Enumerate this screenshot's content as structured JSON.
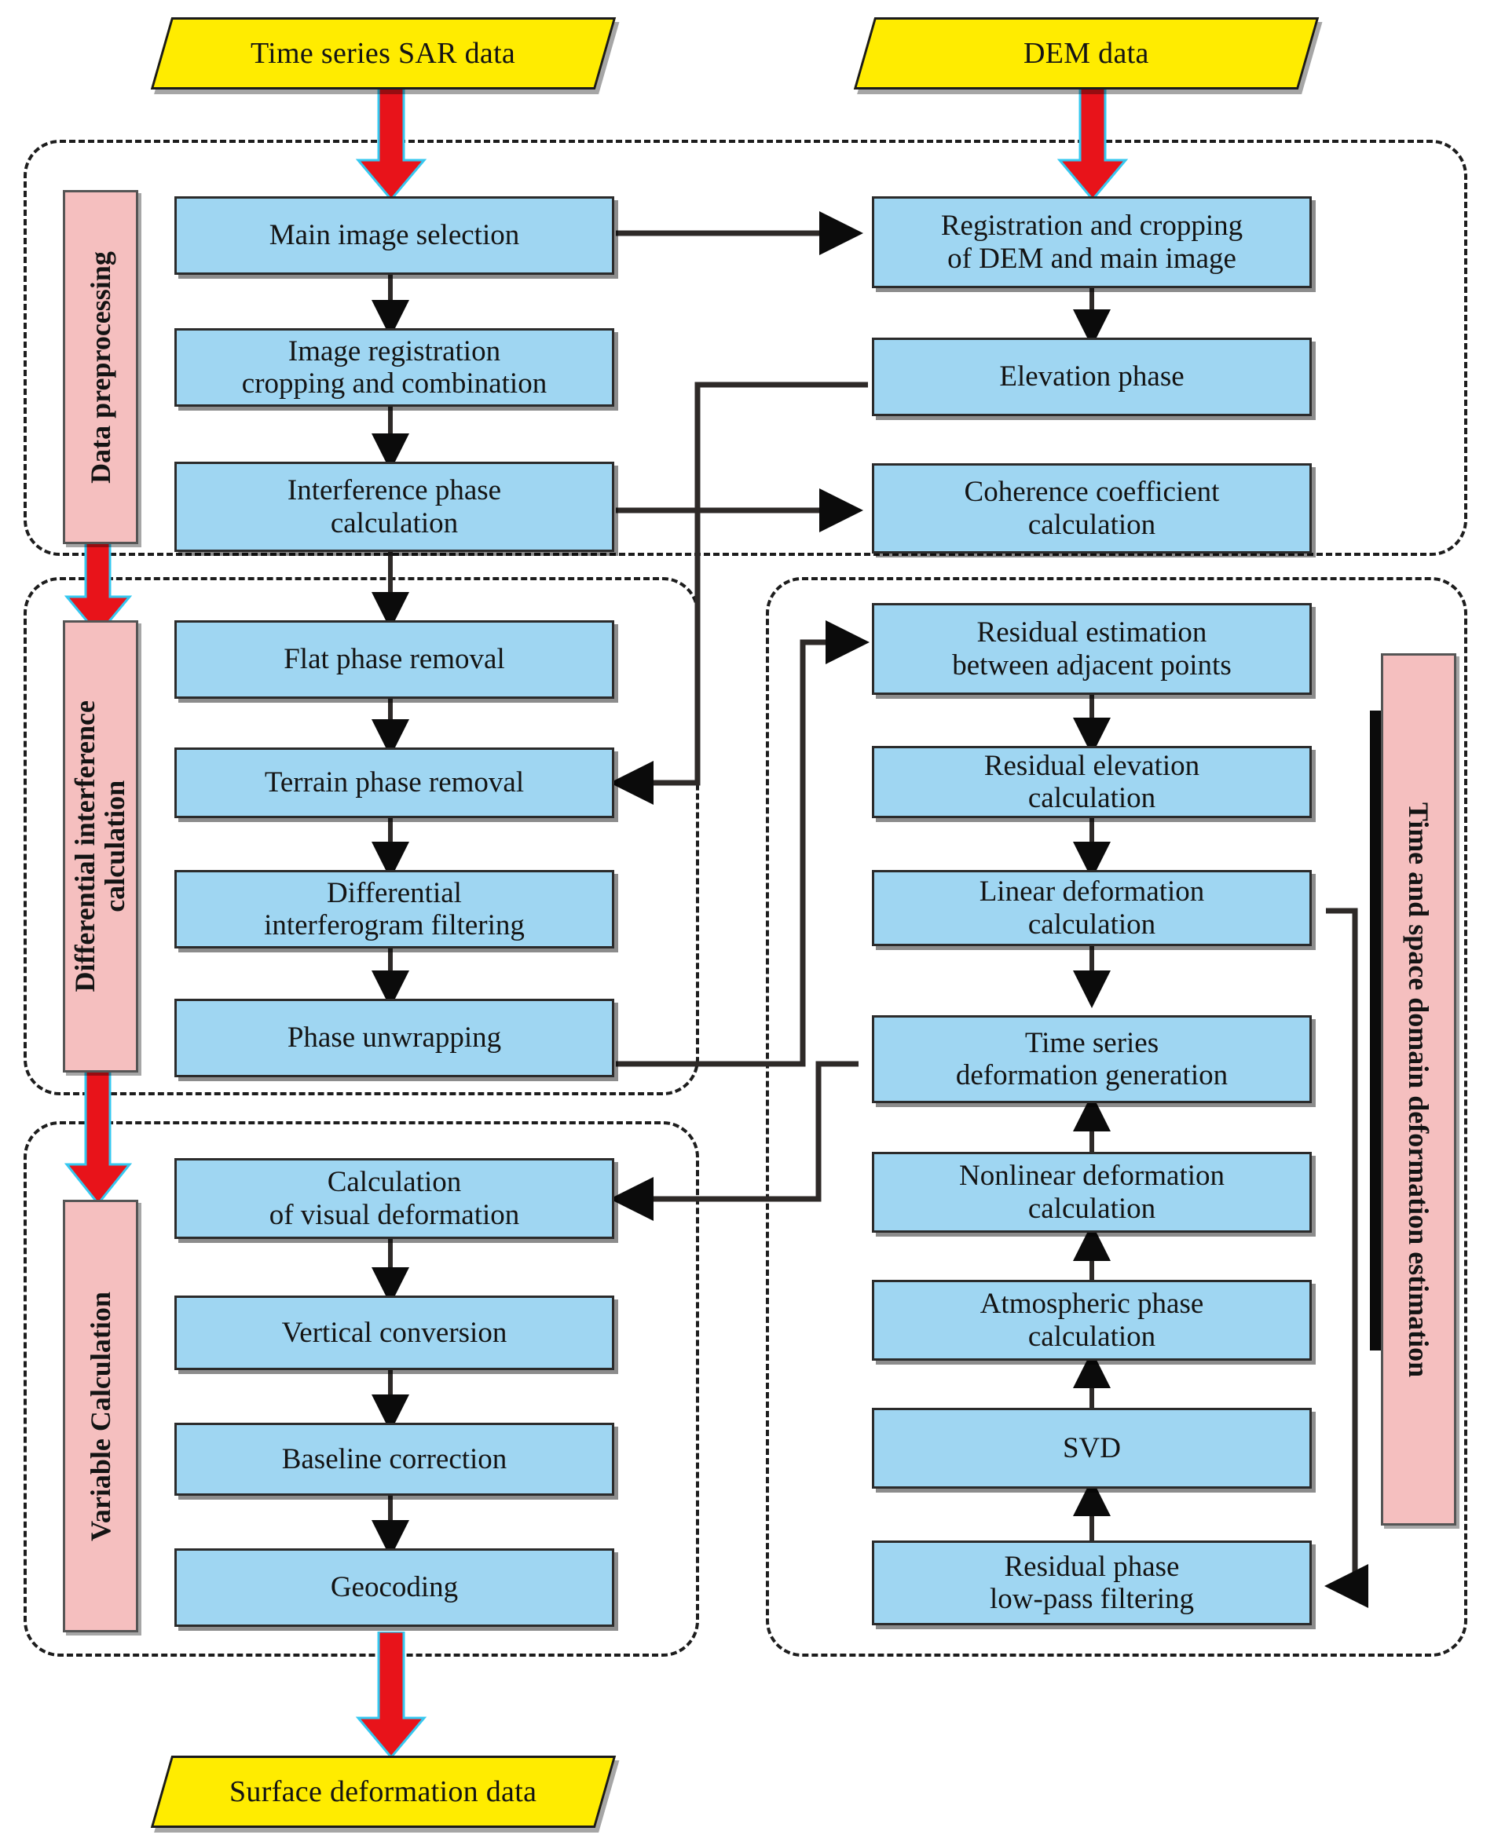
{
  "title": "InSAR time series processing flowchart",
  "colors": {
    "input_fill": "#ffec00",
    "process_fill": "#9fd6f2",
    "stage_fill": "#f5bfbf",
    "arrow_red": "#e8131a",
    "arrow_black": "#2e2a28",
    "border": "#1d1d1d"
  },
  "inputs": [
    {
      "id": "sar",
      "label": "Time series SAR data"
    },
    {
      "id": "dem",
      "label": "DEM data"
    }
  ],
  "output": {
    "id": "out",
    "label": "Surface deformation data"
  },
  "stages": [
    {
      "id": "stage-preprocessing",
      "label": "Data preprocessing",
      "orientation": "rotate-up"
    },
    {
      "id": "stage-diffinterf",
      "label": "Differential interference\ncalculation",
      "orientation": "rotate-up"
    },
    {
      "id": "stage-variable",
      "label": "Variable Calculation",
      "orientation": "rotate-up"
    },
    {
      "id": "stage-timespace",
      "label": "Time and space domain deformation estimation",
      "orientation": "rotate-down"
    }
  ],
  "groups": [
    {
      "id": "group-preprocessing",
      "name": "data-preprocessing-group"
    },
    {
      "id": "group-diff-left",
      "name": "differential-interference-group"
    },
    {
      "id": "group-variable",
      "name": "variable-calculation-group"
    },
    {
      "id": "group-timespace",
      "name": "time-space-deformation-group"
    }
  ],
  "processes": {
    "main_image_selection": "Main image selection",
    "image_registration": "Image registration\ncropping and combination",
    "interference_phase": "Interference phase\ncalculation",
    "registration_dem": "Registration and cropping\nof DEM and main image",
    "elevation_phase": "Elevation phase",
    "coherence_coefficient": "Coherence coefficient\ncalculation",
    "flat_phase_removal": "Flat phase removal",
    "terrain_phase_removal": "Terrain phase removal",
    "diff_interferogram_filtering": "Differential\ninterferogram filtering",
    "phase_unwrapping": "Phase unwrapping",
    "residual_estimation": "Residual estimation\nbetween adjacent points",
    "residual_elevation": "Residual elevation\ncalculation",
    "linear_deformation": "Linear deformation\ncalculation",
    "time_series_deformation": "Time series\ndeformation generation",
    "nonlinear_deformation": "Nonlinear deformation\ncalculation",
    "atmospheric_phase": "Atmospheric phase\ncalculation",
    "svd": "SVD",
    "residual_lowpass": "Residual phase\nlow-pass filtering",
    "calculation_visual": "Calculation\nof  visual deformation",
    "vertical_conversion": "Vertical conversion",
    "baseline_correction": "Baseline correction",
    "geocoding": "Geocoding"
  },
  "chart_data": {
    "type": "flowchart",
    "nodes": [
      {
        "id": "sar",
        "type": "input",
        "label": "Time series SAR data"
      },
      {
        "id": "dem",
        "type": "input",
        "label": "DEM data"
      },
      {
        "id": "main_image_selection",
        "type": "process",
        "label": "Main image selection",
        "group": "Data preprocessing"
      },
      {
        "id": "image_registration",
        "type": "process",
        "label": "Image registration cropping and combination",
        "group": "Data preprocessing"
      },
      {
        "id": "interference_phase",
        "type": "process",
        "label": "Interference phase calculation",
        "group": "Data preprocessing"
      },
      {
        "id": "registration_dem",
        "type": "process",
        "label": "Registration and cropping of DEM and main image",
        "group": "Data preprocessing"
      },
      {
        "id": "elevation_phase",
        "type": "process",
        "label": "Elevation phase",
        "group": "Data preprocessing"
      },
      {
        "id": "coherence_coefficient",
        "type": "process",
        "label": "Coherence coefficient calculation",
        "group": "Data preprocessing"
      },
      {
        "id": "flat_phase_removal",
        "type": "process",
        "label": "Flat phase removal",
        "group": "Differential interference calculation"
      },
      {
        "id": "terrain_phase_removal",
        "type": "process",
        "label": "Terrain phase removal",
        "group": "Differential interference calculation"
      },
      {
        "id": "diff_interferogram_filtering",
        "type": "process",
        "label": "Differential interferogram filtering",
        "group": "Differential interference calculation"
      },
      {
        "id": "phase_unwrapping",
        "type": "process",
        "label": "Phase unwrapping",
        "group": "Differential interference calculation"
      },
      {
        "id": "residual_estimation",
        "type": "process",
        "label": "Residual estimation between adjacent points",
        "group": "Time and space domain deformation estimation"
      },
      {
        "id": "residual_elevation",
        "type": "process",
        "label": "Residual elevation calculation",
        "group": "Time and space domain deformation estimation"
      },
      {
        "id": "linear_deformation",
        "type": "process",
        "label": "Linear deformation calculation",
        "group": "Time and space domain deformation estimation"
      },
      {
        "id": "time_series_deformation",
        "type": "process",
        "label": "Time series deformation generation",
        "group": "Time and space domain deformation estimation"
      },
      {
        "id": "nonlinear_deformation",
        "type": "process",
        "label": "Nonlinear deformation calculation",
        "group": "Time and space domain deformation estimation"
      },
      {
        "id": "atmospheric_phase",
        "type": "process",
        "label": "Atmospheric phase calculation",
        "group": "Time and space domain deformation estimation"
      },
      {
        "id": "svd",
        "type": "process",
        "label": "SVD",
        "group": "Time and space domain deformation estimation"
      },
      {
        "id": "residual_lowpass",
        "type": "process",
        "label": "Residual phase low-pass filtering",
        "group": "Time and space domain deformation estimation"
      },
      {
        "id": "calculation_visual",
        "type": "process",
        "label": "Calculation of visual deformation",
        "group": "Variable Calculation"
      },
      {
        "id": "vertical_conversion",
        "type": "process",
        "label": "Vertical conversion",
        "group": "Variable Calculation"
      },
      {
        "id": "baseline_correction",
        "type": "process",
        "label": "Baseline correction",
        "group": "Variable Calculation"
      },
      {
        "id": "geocoding",
        "type": "process",
        "label": "Geocoding",
        "group": "Variable Calculation"
      },
      {
        "id": "out",
        "type": "output",
        "label": "Surface deformation data"
      }
    ],
    "edges": [
      {
        "from": "sar",
        "to": "main_image_selection",
        "style": "red"
      },
      {
        "from": "dem",
        "to": "registration_dem",
        "style": "red"
      },
      {
        "from": "main_image_selection",
        "to": "image_registration",
        "style": "black"
      },
      {
        "from": "main_image_selection",
        "to": "registration_dem",
        "style": "black"
      },
      {
        "from": "image_registration",
        "to": "interference_phase",
        "style": "black"
      },
      {
        "from": "registration_dem",
        "to": "elevation_phase",
        "style": "black"
      },
      {
        "from": "interference_phase",
        "to": "coherence_coefficient",
        "style": "black"
      },
      {
        "from": "interference_phase",
        "to": "flat_phase_removal",
        "style": "black"
      },
      {
        "from": "elevation_phase",
        "to": "terrain_phase_removal",
        "style": "black"
      },
      {
        "from": "flat_phase_removal",
        "to": "terrain_phase_removal",
        "style": "black"
      },
      {
        "from": "terrain_phase_removal",
        "to": "diff_interferogram_filtering",
        "style": "black"
      },
      {
        "from": "diff_interferogram_filtering",
        "to": "phase_unwrapping",
        "style": "black"
      },
      {
        "from": "phase_unwrapping",
        "to": "residual_estimation",
        "style": "black"
      },
      {
        "from": "residual_estimation",
        "to": "residual_elevation",
        "style": "black"
      },
      {
        "from": "residual_elevation",
        "to": "linear_deformation",
        "style": "black"
      },
      {
        "from": "linear_deformation",
        "to": "time_series_deformation",
        "style": "black"
      },
      {
        "from": "linear_deformation",
        "to": "residual_lowpass",
        "style": "black"
      },
      {
        "from": "residual_lowpass",
        "to": "svd",
        "style": "black"
      },
      {
        "from": "svd",
        "to": "atmospheric_phase",
        "style": "black"
      },
      {
        "from": "atmospheric_phase",
        "to": "nonlinear_deformation",
        "style": "black"
      },
      {
        "from": "nonlinear_deformation",
        "to": "time_series_deformation",
        "style": "black"
      },
      {
        "from": "time_series_deformation",
        "to": "calculation_visual",
        "style": "black"
      },
      {
        "from": "calculation_visual",
        "to": "vertical_conversion",
        "style": "black"
      },
      {
        "from": "vertical_conversion",
        "to": "baseline_correction",
        "style": "black"
      },
      {
        "from": "baseline_correction",
        "to": "geocoding",
        "style": "black"
      },
      {
        "from": "geocoding",
        "to": "out",
        "style": "red"
      }
    ]
  }
}
